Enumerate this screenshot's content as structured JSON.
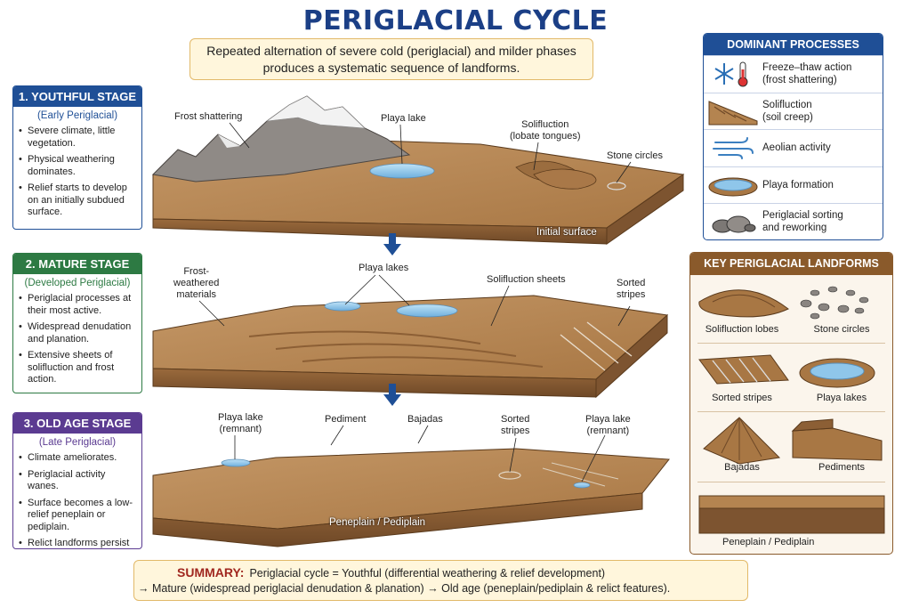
{
  "title": "PERIGLACIAL CYCLE",
  "subtitle_line1": "Repeated alternation of severe cold (periglacial) and milder phases",
  "subtitle_line2": "produces a systematic sequence of landforms.",
  "stages": [
    {
      "heading": "1. YOUTHFUL STAGE",
      "sub": "(Early Periglacial)",
      "bullets": [
        "Severe climate, little vegetation.",
        "Physical weathering dominates.",
        "Relief starts to develop on an initially subdued surface."
      ]
    },
    {
      "heading": "2. MATURE STAGE",
      "sub": "(Developed Periglacial)",
      "bullets": [
        "Periglacial processes at their most active.",
        "Widespread denudation and planation.",
        "Extensive sheets of solifluction and frost action."
      ]
    },
    {
      "heading": "3. OLD AGE STAGE",
      "sub": "(Late Periglacial)",
      "bullets": [
        "Climate ameliorates.",
        "Periglacial activity wanes.",
        "Surface becomes a low-relief peneplain or pediplain.",
        "Relict landforms persist as subdued features."
      ]
    }
  ],
  "block_labels": {
    "youthful": {
      "frost_shattering": "Frost shattering",
      "playa_lake": "Playa lake",
      "solifluction_1": "Solifluction",
      "solifluction_2": "(lobate tongues)",
      "stone_circles": "Stone circles",
      "initial_surface": "Initial surface"
    },
    "mature": {
      "frost_1": "Frost-",
      "frost_2": "weathered",
      "frost_3": "materials",
      "playa_lakes": "Playa lakes",
      "solifluction_sheets": "Solifluction sheets",
      "sorted_1": "Sorted",
      "sorted_2": "stripes"
    },
    "old_age": {
      "playa_remnant_1": "Playa lake",
      "playa_remnant_2": "(remnant)",
      "pediment": "Pediment",
      "bajadas": "Bajadas",
      "sorted_1": "Sorted",
      "sorted_2": "stripes",
      "playa_remnant_r1": "Playa lake",
      "playa_remnant_r2": "(remnant)",
      "peneplain": "Peneplain / Pediplain"
    }
  },
  "processes": {
    "heading": "DOMINANT PROCESSES",
    "items": [
      {
        "icon": "snowflake-thermometer-icon",
        "line1": "Freeze–thaw action",
        "line2": "(frost shattering)"
      },
      {
        "icon": "soil-creep-icon",
        "line1": "Solifluction",
        "line2": "(soil creep)"
      },
      {
        "icon": "wind-icon",
        "line1": "Aeolian activity",
        "line2": ""
      },
      {
        "icon": "playa-icon",
        "line1": "Playa formation",
        "line2": ""
      },
      {
        "icon": "rocks-icon",
        "line1": "Periglacial sorting",
        "line2": "and reworking"
      }
    ]
  },
  "landforms": {
    "heading": "KEY PERIGLACIAL LANDFORMS",
    "items": [
      "Solifluction lobes",
      "Stone circles",
      "Sorted stripes",
      "Playa lakes",
      "Bajadas",
      "Pediments",
      "Peneplain / Pediplain"
    ]
  },
  "summary": {
    "key": "SUMMARY:",
    "line1": "Periglacial cycle = Youthful (differential weathering & relief development)",
    "line2": "→ Mature (widespread periglacial denudation & planation)  → Old age (peneplain/pediplain & relict features)."
  },
  "colors": {
    "title": "#1b3f86",
    "youthful": "#1f4f96",
    "mature": "#2d7a43",
    "old_age": "#5b3b91",
    "landforms": "#8a5a2b",
    "summary_key": "#a0271f",
    "water": "#8fc6ea",
    "soil": "#b48450"
  }
}
